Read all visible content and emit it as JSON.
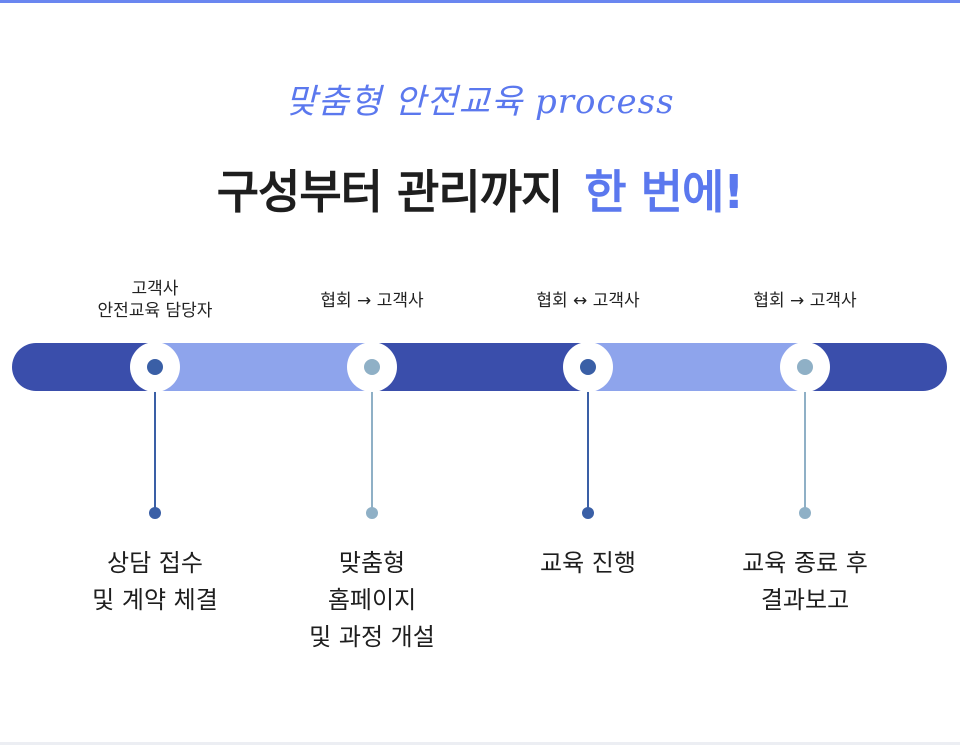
{
  "header": {
    "subtitle": "맞춤형 안전교육 process",
    "title_main": "구성부터 관리까지",
    "title_highlight": "한 번에!"
  },
  "steps": [
    {
      "top_label_lines": [
        "고객사",
        "안전교육 담당자"
      ],
      "label_lines": [
        "상담 접수",
        "및 계약 체결"
      ],
      "dot_color": "#3a5fa6"
    },
    {
      "top_label_lines": [
        "협회 → 고객사"
      ],
      "label_lines": [
        "맞춤형",
        "홈페이지",
        "및 과정 개설"
      ],
      "dot_color": "#8fb0c6"
    },
    {
      "top_label_lines": [
        "협회 ↔ 고객사"
      ],
      "label_lines": [
        "교육 진행"
      ],
      "dot_color": "#3a5fa6"
    },
    {
      "top_label_lines": [
        "협회 → 고객사"
      ],
      "label_lines": [
        "교육 종료 후",
        "결과보고"
      ],
      "dot_color": "#8fb0c6"
    }
  ],
  "colors": {
    "accent": "#5b78ee",
    "bar_dark": "#3a4eab",
    "bar_light": "#8ea4ec"
  }
}
